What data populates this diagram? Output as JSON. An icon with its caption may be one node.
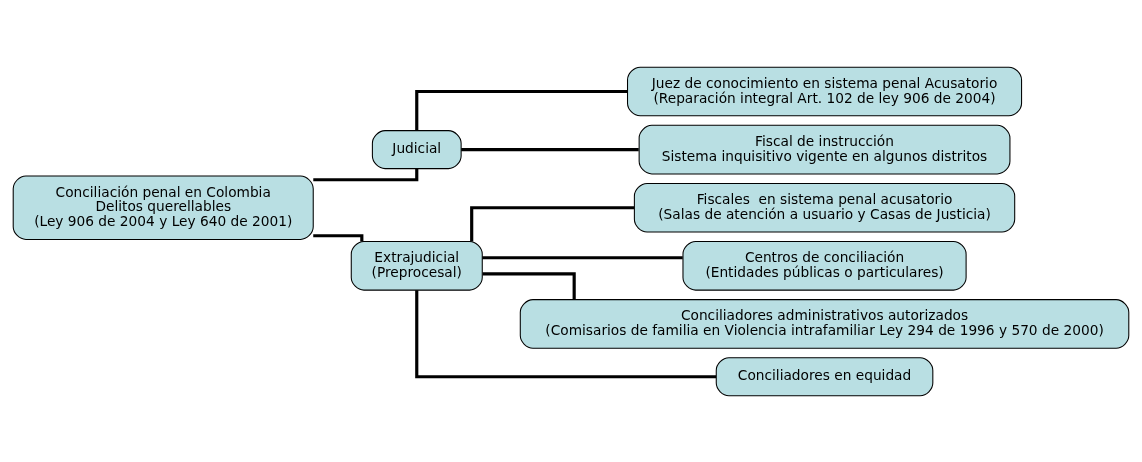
{
  "diagram": {
    "nodes": [
      {
        "text": [
          "Conciliación penal en Colombia",
          "Delitos querellables",
          "(Ley 906 de 2004 y Ley 640 de 2001)"
        ]
      },
      {
        "text": [
          "Judicial"
        ]
      },
      {
        "text": [
          "Extrajudicial",
          "(Preprocesal)"
        ]
      },
      {
        "text": [
          "Juez de conocimiento en sistema penal Acusatorio",
          "(Reparación integral Art. 102 de ley 906 de 2004)"
        ]
      },
      {
        "text": [
          "Fiscal de instrucción",
          "Sistema inquisitivo vigente en algunos distritos"
        ]
      },
      {
        "text": [
          "Fiscales  en sistema penal acusatorio",
          "(Salas de atención a usuario y Casas de Justicia)"
        ]
      },
      {
        "text": [
          "Centros de conciliación",
          "(Entidades públicas o particulares)"
        ]
      },
      {
        "text": [
          "Conciliadores administrativos autorizados",
          "(Comisarios de familia en Violencia intrafamiliar Ley 294 de 1996 y 570 de 2000)"
        ]
      },
      {
        "text": [
          "Conciliadores en equidad"
        ]
      }
    ],
    "edges": [
      {
        "from": 0,
        "to": 1,
        "arrow": "none"
      },
      {
        "from": 0,
        "to": 2,
        "arrow": "none"
      },
      {
        "from": 1,
        "to": 3,
        "arrow": "none"
      },
      {
        "from": 1,
        "to": 4,
        "arrow": "none"
      },
      {
        "from": 2,
        "to": 5,
        "arrow": "none"
      },
      {
        "from": 2,
        "to": 6,
        "arrow": "none"
      },
      {
        "from": 2,
        "to": 7,
        "arrow": "none"
      },
      {
        "from": 2,
        "to": 8,
        "arrow": "none"
      }
    ]
  }
}
